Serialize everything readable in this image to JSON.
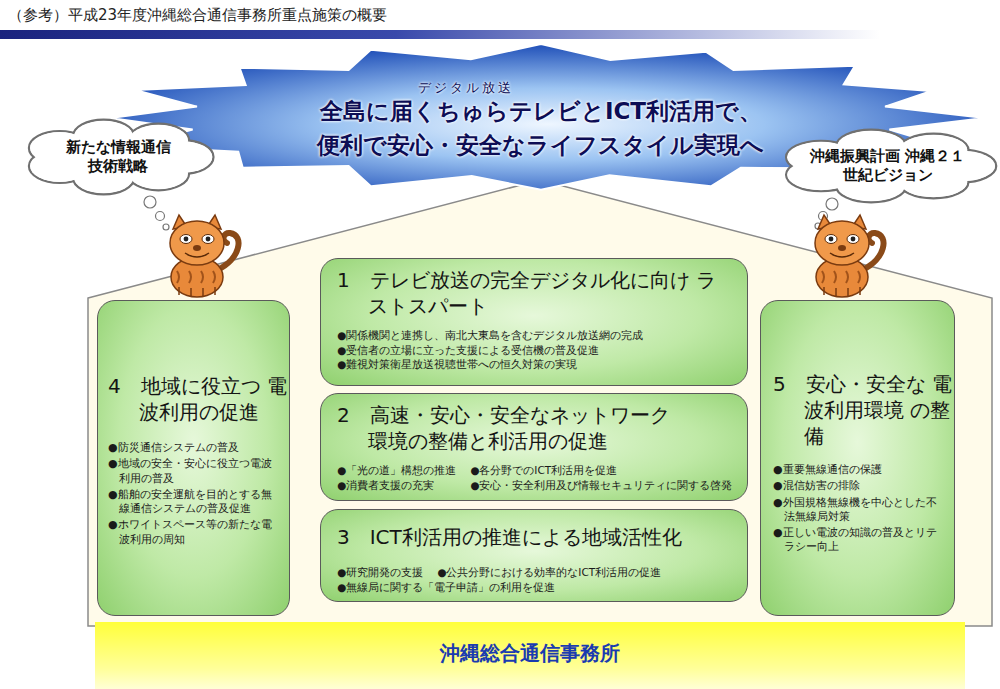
{
  "diagram": {
    "title": "（参考）平成23年度沖縄総合通信事務所重点施策の概要",
    "nodes": [
      {
        "text": [
          "デジタル放送",
          "全島に届くちゅらテレビとICT利活用で、 便利で安心・安全なライフスタイル実現へ"
        ]
      },
      {
        "text": [
          "新たな情報通信 技術戦略"
        ]
      },
      {
        "text": [
          "沖縄振興計画 沖縄２１世紀ビジョン"
        ]
      },
      {
        "text": [
          "1　テレビ放送の完全デジタル化に向け ラストスパート",
          "●関係機関と連携し、南北大東島を含むデジタル放送網の完成",
          "●受信者の立場に立った支援による受信機の普及促進",
          "●難視対策衛星放送視聴世帯への恒久対策の実現"
        ]
      },
      {
        "text": [
          "2　高速・安心・安全なネットワーク 環境の整備と利活用の促進",
          "●「光の道」構想の推進",
          "●各分野でのICT利活用を促進",
          "●消費者支援の充実",
          "●安心・安全利用及び情報セキュリティに関する啓発"
        ]
      },
      {
        "text": [
          "3　ICT利活用の推進による地域活性化",
          "●研究開発の支援",
          "●公共分野における効率的なICT利活用の促進",
          "●無線局に関する「電子申請」の利用を促進"
        ]
      },
      {
        "text": [
          "4　地域に役立つ 電波利用の促進",
          "●防災通信システムの普及",
          "●地域の安全・安心に役立つ電波利用の普及",
          "●船舶の安全運航を目的とする無線通信システムの普及促進",
          "●ホワイトスペース等の新たな電波利用の周知"
        ]
      },
      {
        "text": [
          "5　安心・安全な 電波利用環境 の整備",
          "●重要無線通信の保護",
          "●混信妨害の排除",
          "●外国規格無線機を中心とした不法無線局対策",
          "●正しい電波の知識の普及とリテラシー向上"
        ]
      },
      {
        "text": [
          "沖縄総合通信事務所"
        ]
      }
    ]
  }
}
